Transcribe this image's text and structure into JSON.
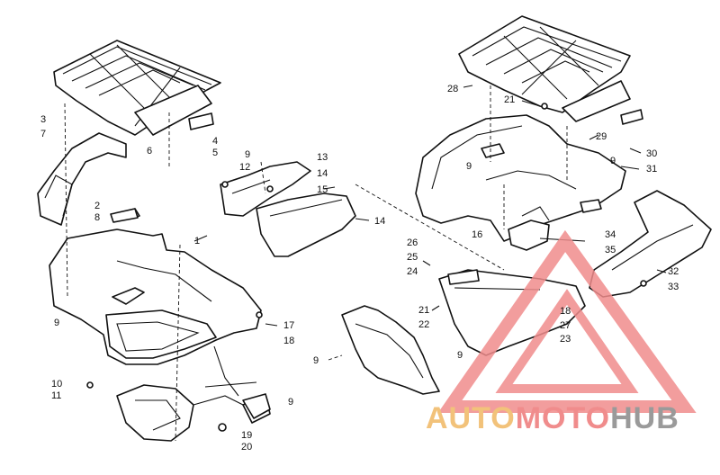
{
  "callouts": [
    {
      "id": "c1",
      "text": "1"
    },
    {
      "id": "c2",
      "text": "2"
    },
    {
      "id": "c3",
      "text": "3"
    },
    {
      "id": "c4",
      "text": "4"
    },
    {
      "id": "c5",
      "text": "5"
    },
    {
      "id": "c6",
      "text": "6"
    },
    {
      "id": "c7",
      "text": "7"
    },
    {
      "id": "c8",
      "text": "8"
    },
    {
      "id": "c9a",
      "text": "9"
    },
    {
      "id": "c9b",
      "text": "9"
    },
    {
      "id": "c9c",
      "text": "9"
    },
    {
      "id": "c9d",
      "text": "9"
    },
    {
      "id": "c9e",
      "text": "9"
    },
    {
      "id": "c9f",
      "text": "9"
    },
    {
      "id": "c9g",
      "text": "9"
    },
    {
      "id": "c10",
      "text": "10"
    },
    {
      "id": "c11",
      "text": "11"
    },
    {
      "id": "c12",
      "text": "12"
    },
    {
      "id": "c13",
      "text": "13"
    },
    {
      "id": "c14a",
      "text": "14"
    },
    {
      "id": "c14b",
      "text": "14"
    },
    {
      "id": "c15",
      "text": "15"
    },
    {
      "id": "c16",
      "text": "16"
    },
    {
      "id": "c17",
      "text": "17"
    },
    {
      "id": "c18a",
      "text": "18"
    },
    {
      "id": "c18b",
      "text": "18"
    },
    {
      "id": "c19",
      "text": "19"
    },
    {
      "id": "c20",
      "text": "20"
    },
    {
      "id": "c21a",
      "text": "21"
    },
    {
      "id": "c21b",
      "text": "21"
    },
    {
      "id": "c22",
      "text": "22"
    },
    {
      "id": "c23",
      "text": "23"
    },
    {
      "id": "c24",
      "text": "24"
    },
    {
      "id": "c25",
      "text": "25"
    },
    {
      "id": "c26",
      "text": "26"
    },
    {
      "id": "c27",
      "text": "27"
    },
    {
      "id": "c28",
      "text": "28"
    },
    {
      "id": "c29",
      "text": "29"
    },
    {
      "id": "c30",
      "text": "30"
    },
    {
      "id": "c31",
      "text": "31"
    },
    {
      "id": "c32",
      "text": "32"
    },
    {
      "id": "c33",
      "text": "33"
    },
    {
      "id": "c34",
      "text": "34"
    },
    {
      "id": "c35",
      "text": "35"
    }
  ],
  "watermark": {
    "text_auto": "AUTO",
    "text_moto": "MOTO",
    "text_hub": "HUB",
    "colors": {
      "auto": "#f2c27a",
      "moto": "#f08c8c",
      "hub": "#9a9a9a",
      "triangle": "#f08c8c"
    }
  }
}
